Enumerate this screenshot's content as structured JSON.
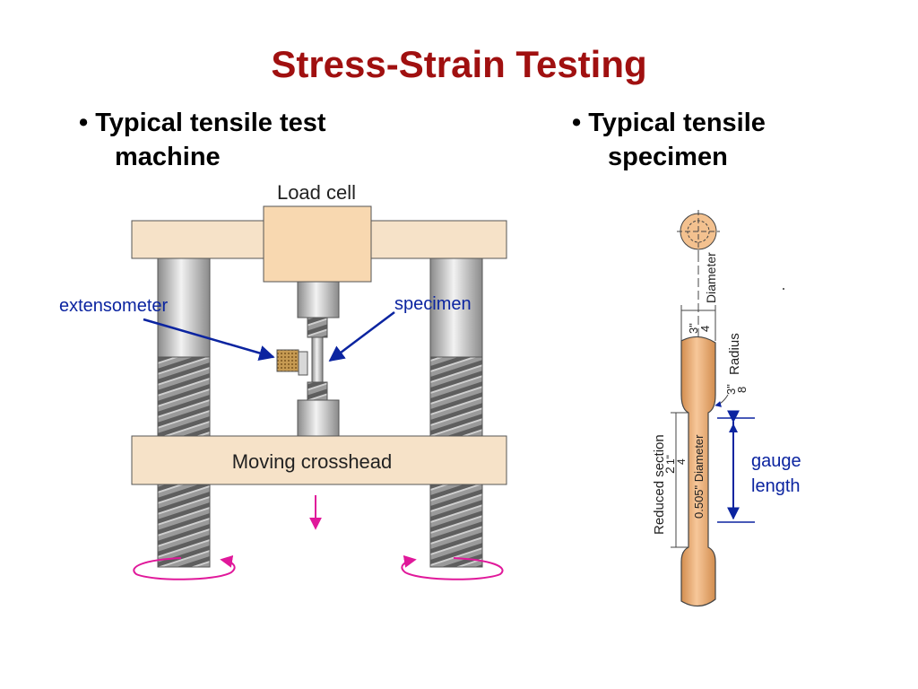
{
  "slide": {
    "title": "Stress-Strain Testing",
    "bullet_left": {
      "line1": "• Typical tensile test",
      "line2": "machine"
    },
    "bullet_right": {
      "line1": "• Typical tensile",
      "line2": "specimen"
    }
  },
  "machine": {
    "load_cell_label": "Load cell",
    "crosshead_label": "Moving crosshead",
    "extensometer_label": "extensometer",
    "specimen_label": "specimen"
  },
  "specimen_drawing": {
    "diameter_label": "Diameter",
    "top_diameter_num": "3\"",
    "top_diameter_den": "4",
    "radius_label": "Radius",
    "radius_num": "3\"",
    "radius_den": "8",
    "reduced_section_label": "Reduced section",
    "reduced_length_whole": "2",
    "reduced_length_frac": "1\"",
    "reduced_length_den": "4",
    "gauge_diameter_label": "0.505\" Diameter",
    "gauge_label_line1": "gauge",
    "gauge_label_line2": "length"
  },
  "colors": {
    "title": "#a01010",
    "frame_fill": "#f6e2c8",
    "specimen_fill": "#f3b57a",
    "arrow_blue": "#0b24a0",
    "rotation_magenta": "#e0189a"
  }
}
